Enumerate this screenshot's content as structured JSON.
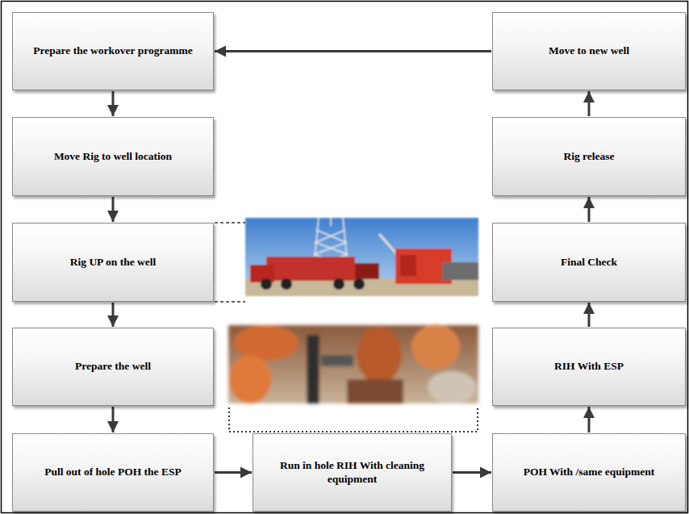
{
  "diagram": {
    "nodes": [
      {
        "text": [
          "Prepare the workover programme"
        ]
      },
      {
        "text": [
          "Move Rig to well location"
        ]
      },
      {
        "text": [
          "Rig UP on the well"
        ]
      },
      {
        "text": [
          "Prepare the well"
        ]
      },
      {
        "text": [
          "Pull out of hole POH the ESP"
        ]
      },
      {
        "text": [
          "Run in hole RIH With cleaning equipment"
        ]
      },
      {
        "text": [
          "POH With /same equipment"
        ]
      },
      {
        "text": [
          "RIH With ESP"
        ]
      },
      {
        "text": [
          "Final Check"
        ]
      },
      {
        "text": [
          "Rig release"
        ]
      },
      {
        "text": [
          "Move to new well"
        ]
      }
    ],
    "edges": [
      {
        "from": 0,
        "to": 1,
        "arrow": "to"
      },
      {
        "from": 1,
        "to": 2,
        "arrow": "to"
      },
      {
        "from": 2,
        "to": 3,
        "arrow": "to"
      },
      {
        "from": 3,
        "to": 4,
        "arrow": "to"
      },
      {
        "from": 4,
        "to": 5,
        "arrow": "to"
      },
      {
        "from": 5,
        "to": 6,
        "arrow": "to"
      },
      {
        "from": 6,
        "to": 7,
        "arrow": "to"
      },
      {
        "from": 7,
        "to": 8,
        "arrow": "to"
      },
      {
        "from": 8,
        "to": 9,
        "arrow": "to"
      },
      {
        "from": 9,
        "to": 10,
        "arrow": "to"
      },
      {
        "from": 10,
        "to": 0,
        "arrow": "to"
      }
    ]
  }
}
